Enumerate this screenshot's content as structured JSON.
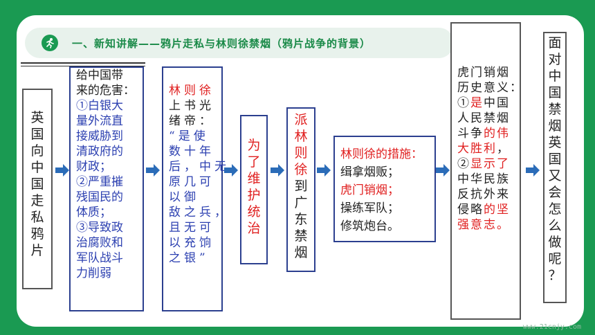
{
  "header": {
    "title": "一、新知讲解——鸦片走私与林则徐禁烟（鸦片战争的背景）",
    "icon": "runner-icon"
  },
  "box1": {
    "chars": [
      "英",
      "国",
      "向",
      "中",
      "国",
      "走",
      "私",
      "鸦",
      "片"
    ]
  },
  "box2": {
    "lines": [
      {
        "text": "给中国带",
        "color": "dark"
      },
      {
        "text": "来的危害：",
        "color": "dark"
      },
      {
        "text": "①白银大",
        "color": "blue"
      },
      {
        "text": "量外流直",
        "color": "blue"
      },
      {
        "text": "接威胁到",
        "color": "blue"
      },
      {
        "text": "清政府的",
        "color": "blue"
      },
      {
        "text": "财政；",
        "color": "blue"
      },
      {
        "text": "②严重摧",
        "color": "blue"
      },
      {
        "text": "残国民的",
        "color": "blue"
      },
      {
        "text": "体质；",
        "color": "blue"
      },
      {
        "text": "③导致政",
        "color": "blue"
      },
      {
        "text": "治腐败和",
        "color": "blue"
      },
      {
        "text": "军队战斗",
        "color": "blue"
      },
      {
        "text": "力削弱",
        "color": "blue"
      }
    ]
  },
  "box3": {
    "line1_red": "林则徐",
    "lines": [
      {
        "text": "上书光",
        "color": "dark"
      },
      {
        "text": "绪帝：",
        "color": "dark"
      },
      {
        "text": "“是使",
        "color": "blue"
      },
      {
        "text": "数十年",
        "color": "blue"
      },
      {
        "text": "后，中无",
        "color": "blue"
      },
      {
        "text": "原几可",
        "color": "blue"
      },
      {
        "text": "以御",
        "color": "blue"
      },
      {
        "text": "敌之兵，",
        "color": "blue"
      },
      {
        "text": "且无可",
        "color": "blue"
      },
      {
        "text": "以充饷",
        "color": "blue"
      },
      {
        "text": "之银”",
        "color": "blue"
      }
    ]
  },
  "box4": {
    "chars": [
      "为",
      "了",
      "维",
      "护",
      "统",
      "治"
    ]
  },
  "box5": {
    "red_chars": [
      "派",
      "林",
      "则",
      "徐"
    ],
    "dark_chars": [
      "到",
      "广",
      "东",
      "禁",
      "烟"
    ]
  },
  "box6": {
    "title": "林则徐的措施：",
    "items": [
      {
        "text": "缉拿烟贩；",
        "color": "dark"
      },
      {
        "text": "虎门销烟；",
        "color": "red"
      },
      {
        "text": "操练军队；",
        "color": "dark"
      },
      {
        "text": "修筑炮台。",
        "color": "dark"
      }
    ]
  },
  "box7": {
    "lines": [
      {
        "parts": [
          {
            "t": "虎门销烟",
            "c": "dark"
          }
        ]
      },
      {
        "parts": [
          {
            "t": "历史意义：",
            "c": "dark"
          }
        ]
      },
      {
        "parts": [
          {
            "t": "①",
            "c": "dark"
          },
          {
            "t": "是",
            "c": "red"
          },
          {
            "t": "中国",
            "c": "dark"
          }
        ]
      },
      {
        "parts": [
          {
            "t": "人民禁烟",
            "c": "dark"
          }
        ]
      },
      {
        "parts": [
          {
            "t": "斗争",
            "c": "dark"
          },
          {
            "t": "的伟",
            "c": "red"
          }
        ]
      },
      {
        "parts": [
          {
            "t": "大胜利",
            "c": "red"
          },
          {
            "t": "，",
            "c": "dark"
          }
        ]
      },
      {
        "parts": [
          {
            "t": "②",
            "c": "dark"
          },
          {
            "t": "显示了",
            "c": "red"
          }
        ]
      },
      {
        "parts": [
          {
            "t": "中华民族",
            "c": "dark"
          }
        ]
      },
      {
        "parts": [
          {
            "t": "反抗外来",
            "c": "dark"
          }
        ]
      },
      {
        "parts": [
          {
            "t": "侵略",
            "c": "dark"
          },
          {
            "t": "的坚",
            "c": "red"
          }
        ]
      },
      {
        "parts": [
          {
            "t": "强意志。",
            "c": "red"
          }
        ]
      }
    ]
  },
  "box8": {
    "chars": [
      "面",
      "对",
      "中",
      "国",
      "禁",
      "烟",
      "英",
      "国",
      "又",
      "会",
      "怎",
      "么",
      "做",
      "呢",
      "？"
    ]
  },
  "arrows": [
    "arrow-icon",
    "arrow-icon",
    "arrow-icon",
    "arrow-icon",
    "arrow-icon",
    "arrow-icon",
    "arrow-icon"
  ],
  "watermark": "www.21cnjy.com",
  "colors": {
    "green": "#1a9a52",
    "blue": "#2b3fb0",
    "red": "#e02020",
    "border": "#2b3f8f"
  }
}
